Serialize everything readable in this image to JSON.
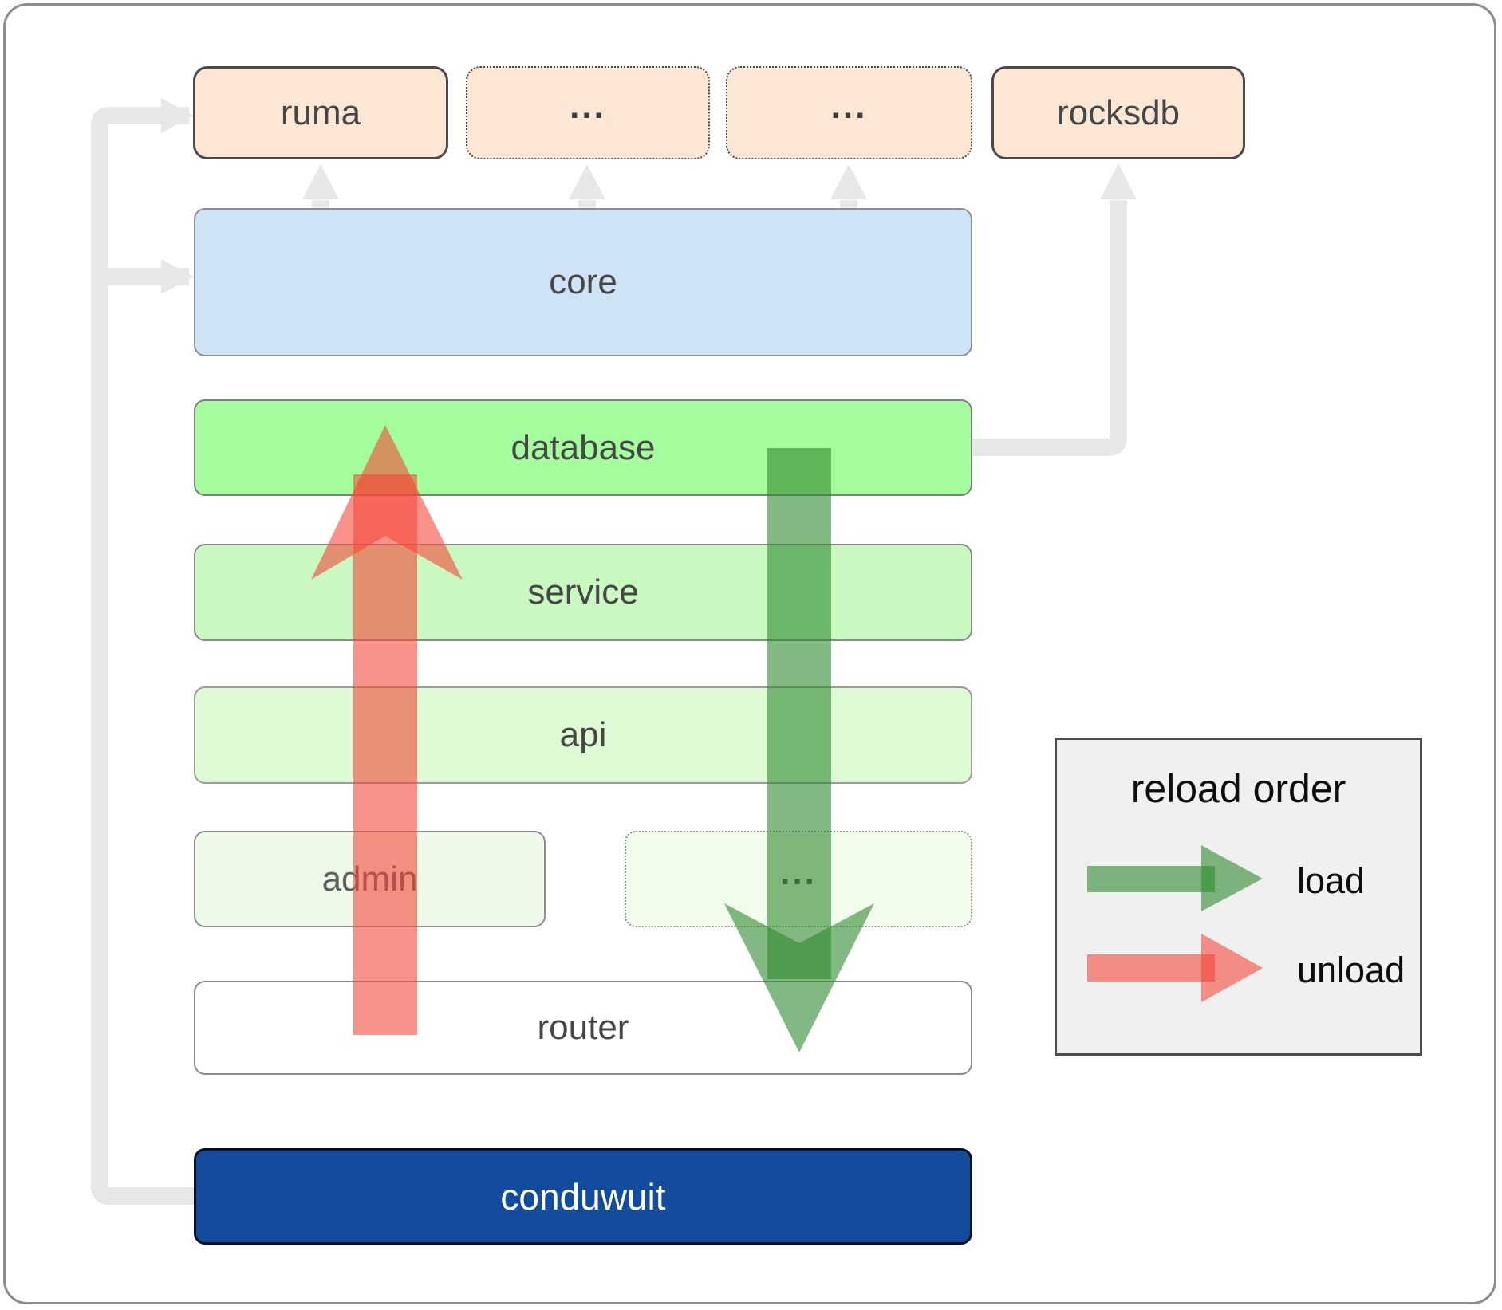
{
  "top_row": [
    {
      "label": "ruma",
      "style": "solid"
    },
    {
      "label": "...",
      "style": "dotted"
    },
    {
      "label": "...",
      "style": "dotted"
    },
    {
      "label": "rocksdb",
      "style": "solid"
    }
  ],
  "layers": {
    "core": "core",
    "database": "database",
    "service": "service",
    "api": "api",
    "admin": "admin",
    "admin_more": "...",
    "router": "router",
    "root": "conduwuit"
  },
  "legend": {
    "title": "reload order",
    "items": [
      {
        "label": "load",
        "color": "#2e8b2e"
      },
      {
        "label": "unload",
        "color": "#f44336"
      }
    ]
  },
  "colors": {
    "crate_fill": "#fce7d5",
    "crate_border": "#4a4a4a",
    "core_fill": "#cfe3f6",
    "database_fill": "#a5fc9c",
    "service_fill": "#c9f8c0",
    "api_fill": "#defad4",
    "admin_fill": "#edfae7",
    "router_fill": "#ffffff",
    "conduwuit_fill": "#134c9d",
    "legend_bg": "#f0f0f0",
    "connector_gray": "#e8e8e8",
    "load_green": "#2e8b2e",
    "unload_red": "#f44336"
  }
}
